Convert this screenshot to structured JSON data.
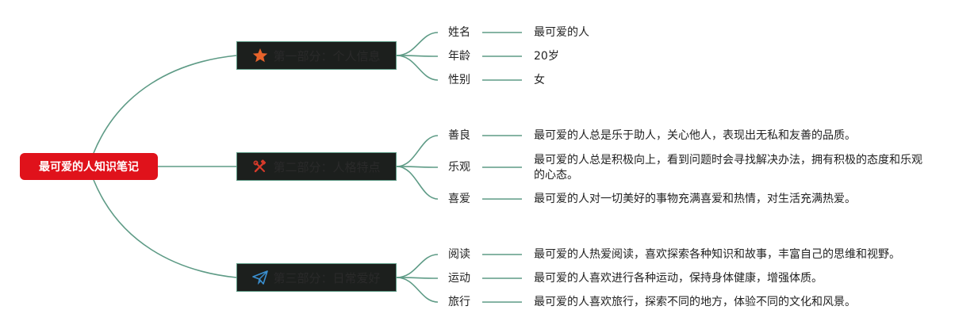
{
  "root": {
    "title": "最可爱的人知识笔记"
  },
  "colors": {
    "root_bg": "#e0121b",
    "link": "#5e9b86",
    "section_bg": "#1c1f1d",
    "star": "#e8632b",
    "plane": "#3a8fd0",
    "tools": "#d63a2a"
  },
  "sections": [
    {
      "title": "第一部分：个人信息",
      "icon": "star-icon",
      "items": [
        {
          "label": "姓名",
          "desc": "最可爱的人"
        },
        {
          "label": "年龄",
          "desc": "20岁"
        },
        {
          "label": "性别",
          "desc": "女"
        }
      ]
    },
    {
      "title": "第二部分：人格特点",
      "icon": "tools-icon",
      "items": [
        {
          "label": "善良",
          "desc": "最可爱的人总是乐于助人，关心他人，表现出无私和友善的品质。"
        },
        {
          "label": "乐观",
          "desc": "最可爱的人总是积极向上，看到问题时会寻找解决办法，拥有积极的态度和乐观的心态。"
        },
        {
          "label": "喜爱",
          "desc": "最可爱的人对一切美好的事物充满喜爱和热情，对生活充满热爱。"
        }
      ]
    },
    {
      "title": "第三部分：日常爱好",
      "icon": "paper-plane-icon",
      "items": [
        {
          "label": "阅读",
          "desc": "最可爱的人热爱阅读，喜欢探索各种知识和故事，丰富自己的思维和视野。"
        },
        {
          "label": "运动",
          "desc": "最可爱的人喜欢进行各种运动，保持身体健康，增强体质。"
        },
        {
          "label": "旅行",
          "desc": "最可爱的人喜欢旅行，探索不同的地方，体验不同的文化和风景。"
        }
      ]
    }
  ]
}
